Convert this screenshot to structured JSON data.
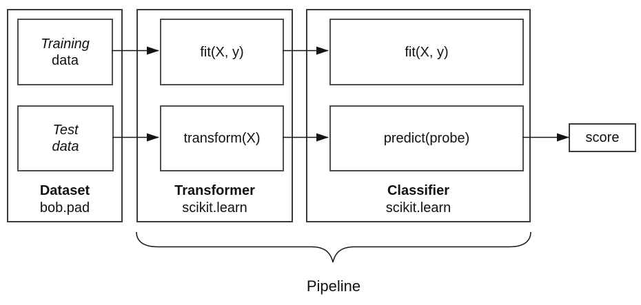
{
  "dataset": {
    "title": "Dataset",
    "subtitle": "bob.pad",
    "training_line1": "Training",
    "training_line2": "data",
    "test_line1": "Test",
    "test_line2": "data"
  },
  "transformer": {
    "title": "Transformer",
    "subtitle": "scikit.learn",
    "fit_label": "fit(X, y)",
    "transform_label": "transform(X)"
  },
  "classifier": {
    "title": "Classifier",
    "subtitle": "scikit.learn",
    "fit_label": "fit(X, y)",
    "predict_label": "predict(probe)"
  },
  "score": {
    "label": "score"
  },
  "pipeline": {
    "label": "Pipeline"
  },
  "colors": {
    "outer_border": "#3b3b3b",
    "inner_border": "#4e4e4e",
    "arrow": "#141414",
    "background": "#ffffff",
    "text": "#111111"
  }
}
